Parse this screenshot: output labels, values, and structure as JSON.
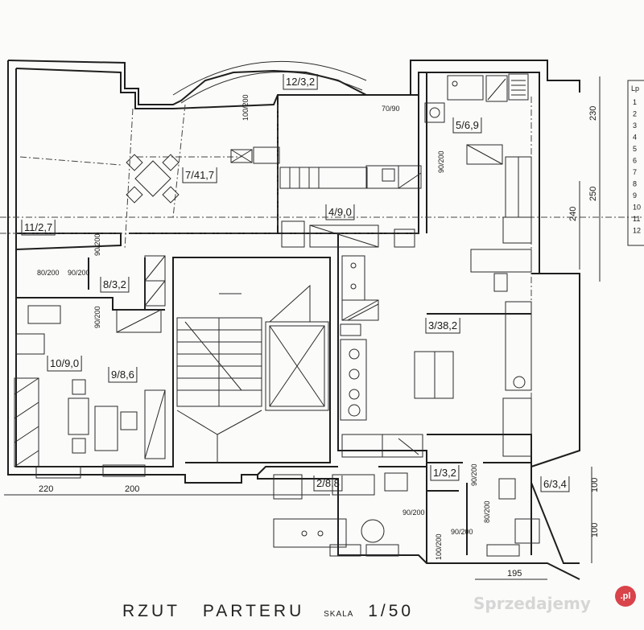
{
  "title": {
    "main_a": "RZUT",
    "main_b": "PARTERU",
    "scale_label": "SKALA",
    "scale": "1/50"
  },
  "rooms": [
    {
      "number": "1",
      "area": "3,2"
    },
    {
      "number": "2",
      "area": "8,8"
    },
    {
      "number": "3",
      "area": "38,2"
    },
    {
      "number": "4",
      "area": "9,0"
    },
    {
      "number": "5",
      "area": "6,9"
    },
    {
      "number": "6",
      "area": "3,4"
    },
    {
      "number": "7",
      "area": "41,7"
    },
    {
      "number": "8",
      "area": "3,2"
    },
    {
      "number": "9",
      "area": "8,6"
    },
    {
      "number": "10",
      "area": "9,0"
    },
    {
      "number": "11",
      "area": "2,7"
    },
    {
      "number": "12",
      "area": "3,2"
    }
  ],
  "dimensions": [
    "220",
    "200",
    "195",
    "230",
    "250",
    "240",
    "100",
    "100"
  ],
  "doors": [
    "100/200",
    "70/90",
    "90/200",
    "80/200",
    "90/200",
    "90/200",
    "90/200",
    "90/200",
    "90/200",
    "80/200",
    "90/200",
    "100/200"
  ],
  "legend_table": {
    "header": "Lp",
    "rows": [
      "1",
      "2",
      "3",
      "4",
      "5",
      "6",
      "7",
      "8",
      "9",
      "10",
      "11",
      "12"
    ]
  },
  "watermark": {
    "text": "Sprzedajemy",
    "badge": ".pl",
    "color": "#d9434a"
  }
}
